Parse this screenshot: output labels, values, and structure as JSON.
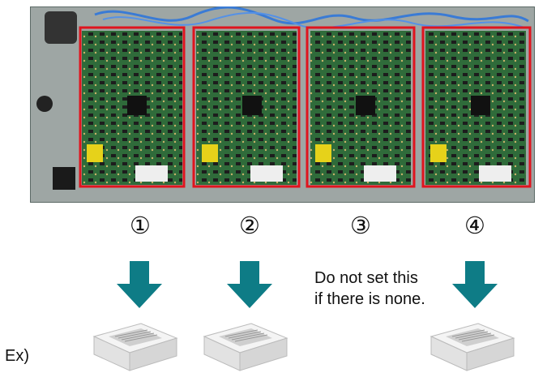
{
  "slots": [
    {
      "number": "①",
      "has_unit": true
    },
    {
      "number": "②",
      "has_unit": true
    },
    {
      "number": "③",
      "has_unit": false,
      "note": "Do not set this if there is none."
    },
    {
      "number": "④",
      "has_unit": true
    }
  ],
  "example_label": "Ex)",
  "colors": {
    "highlight_box": "#e0141e",
    "arrow": "#0e7c86",
    "board": "#2f6b3a",
    "panel": "#9aa2a0"
  }
}
